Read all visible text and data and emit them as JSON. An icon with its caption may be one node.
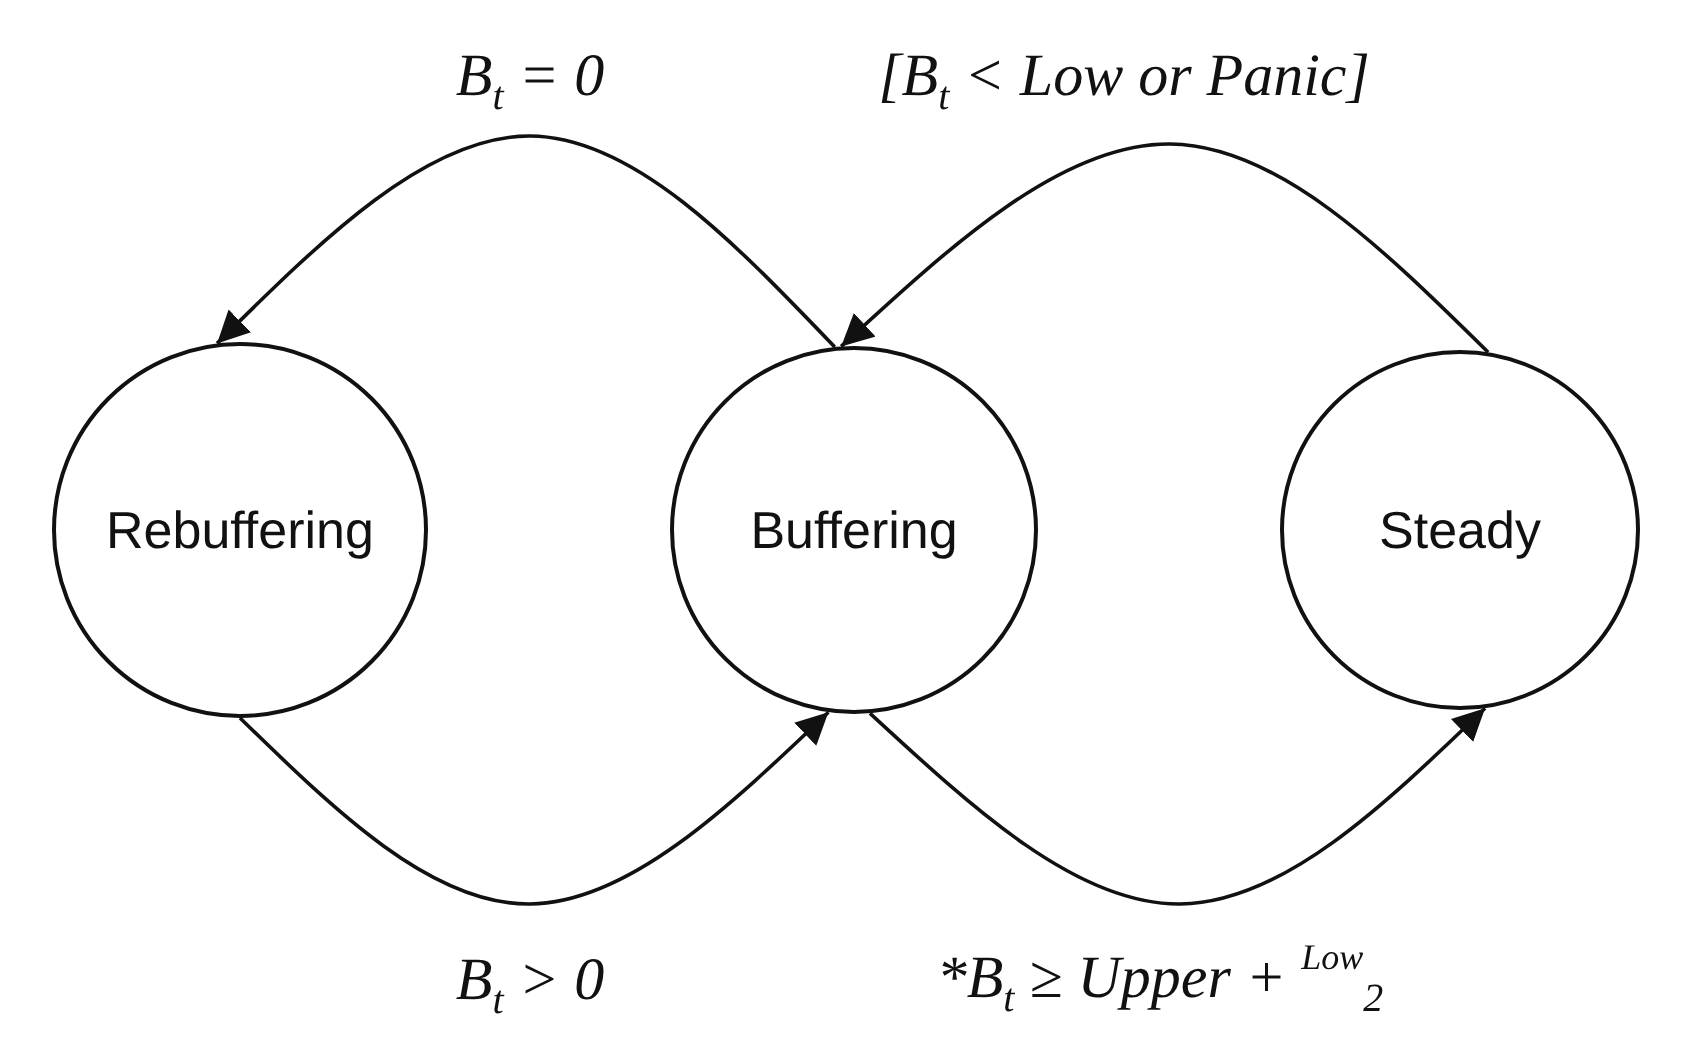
{
  "diagram": {
    "nodes": [
      {
        "text": [
          "Rebuffering"
        ]
      },
      {
        "text": [
          "Buffering"
        ]
      },
      {
        "text": [
          "Steady"
        ]
      }
    ],
    "edges": [
      {
        "from": 1,
        "to": 0,
        "arrow": "to",
        "label": "B$_{t}$ = 0"
      },
      {
        "from": 2,
        "to": 1,
        "arrow": "to",
        "label": "[B$_{t}$ < Low or Panic]"
      },
      {
        "from": 0,
        "to": 1,
        "arrow": "to",
        "label": "B$_{t}$ > 0"
      },
      {
        "from": 1,
        "to": 2,
        "arrow": "to",
        "label": "*B$_{t}$ ≥ Upper + $^{Low}$$_{2}$"
      }
    ]
  }
}
